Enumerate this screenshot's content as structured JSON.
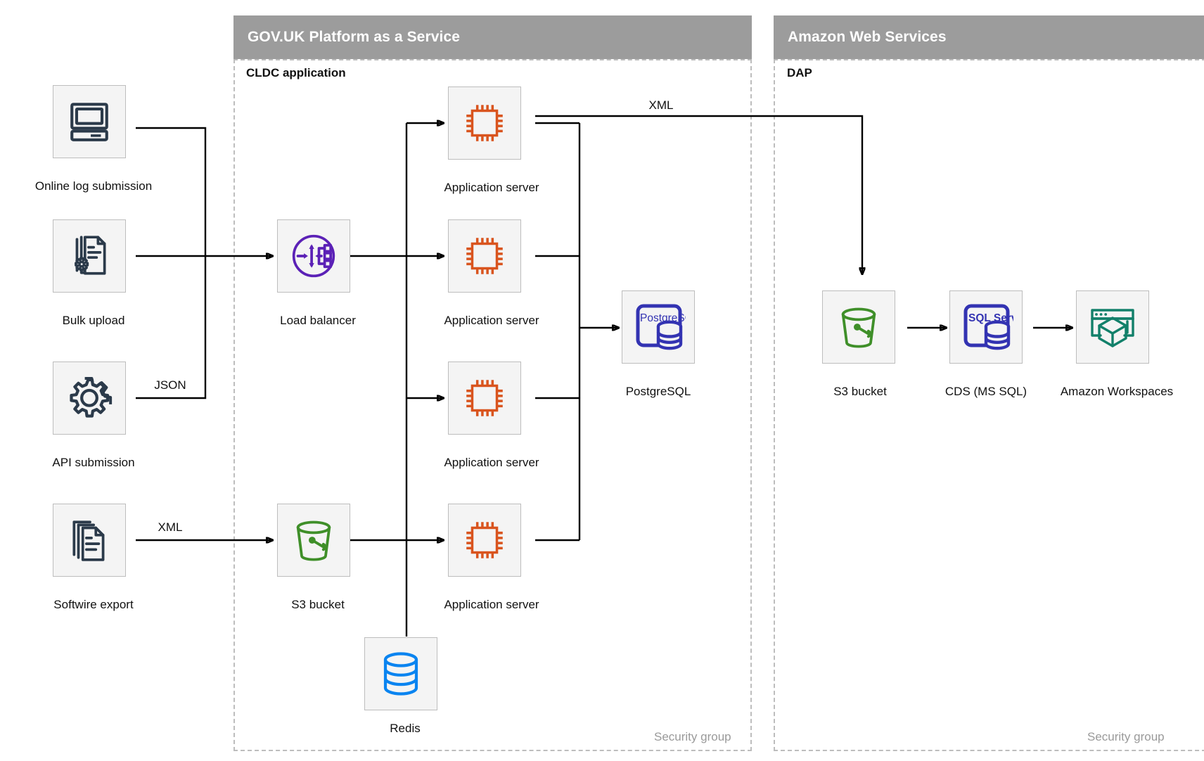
{
  "groups": [
    {
      "id": "paas",
      "title": "GOV.UK Platform as a Service",
      "sub_label": "CLDC application",
      "security_label": "Security group"
    },
    {
      "id": "aws",
      "title": "Amazon Web Services",
      "sub_label": "DAP",
      "security_label": "Security group"
    }
  ],
  "nodes": [
    {
      "id": "online-log-submission",
      "label": "Online log submission",
      "icon": "desktop-computer-icon",
      "color": "#2b3a4a"
    },
    {
      "id": "bulk-upload",
      "label": "Bulk upload",
      "icon": "document-gear-icon",
      "color": "#2b3a4a"
    },
    {
      "id": "api-submission",
      "label": "API submission",
      "icon": "gear-icon",
      "color": "#2b3a4a"
    },
    {
      "id": "softwire-export",
      "label": "Softwire export",
      "icon": "stacked-documents-icon",
      "color": "#2b3a4a"
    },
    {
      "id": "load-balancer",
      "label": "Load balancer",
      "icon": "load-balancer-icon",
      "color": "#5b21b6"
    },
    {
      "id": "app-server-1",
      "label": "Application server",
      "icon": "cpu-chip-icon",
      "color": "#d9541e"
    },
    {
      "id": "app-server-2",
      "label": "Application server",
      "icon": "cpu-chip-icon",
      "color": "#d9541e"
    },
    {
      "id": "app-server-3",
      "label": "Application server",
      "icon": "cpu-chip-icon",
      "color": "#d9541e"
    },
    {
      "id": "app-server-4",
      "label": "Application server",
      "icon": "cpu-chip-icon",
      "color": "#d9541e"
    },
    {
      "id": "postgresql",
      "label": "PostgreSQL",
      "icon": "postgresql-icon",
      "color": "#3333b2",
      "badge_text": "PostgreSQL"
    },
    {
      "id": "s3-bucket-paas",
      "label": "S3 bucket",
      "icon": "s3-bucket-icon",
      "color": "#3f8f29"
    },
    {
      "id": "redis",
      "label": "Redis",
      "icon": "redis-database-icon",
      "color": "#0a84f0"
    },
    {
      "id": "s3-bucket-aws",
      "label": "S3 bucket",
      "icon": "s3-bucket-icon",
      "color": "#3f8f29"
    },
    {
      "id": "cds-ms-sql",
      "label": "CDS (MS SQL)",
      "icon": "sql-server-icon",
      "color": "#3333b2",
      "badge_text": "SQL Server"
    },
    {
      "id": "amazon-workspaces",
      "label": "Amazon Workspaces",
      "icon": "amazon-workspaces-icon",
      "color": "#12806a"
    }
  ],
  "edge_labels": [
    {
      "id": "json-label",
      "text": "JSON"
    },
    {
      "id": "xml-source-label",
      "text": "XML"
    },
    {
      "id": "xml-export-label",
      "text": "XML"
    }
  ],
  "colors": {
    "header_bg": "#9c9c9c",
    "header_text": "#ffffff",
    "node_bg": "#f4f4f4",
    "node_border": "#bdbdbd",
    "dashed_border": "#bdbdbd",
    "wire": "#000000",
    "navy": "#2b3a4a",
    "purple": "#5b21b6",
    "orange": "#d9541e",
    "blue": "#3333b2",
    "green": "#3f8f29",
    "redis_blue": "#0a84f0",
    "teal": "#12806a"
  }
}
